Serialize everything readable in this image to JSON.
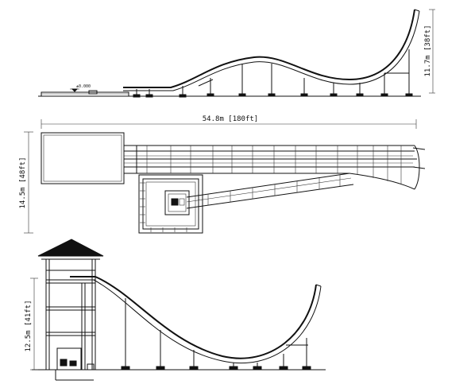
{
  "top_view": {
    "level_label": "±0.000",
    "height_dimension": "11.7m [38ft]"
  },
  "plan_view": {
    "length_dimension": "54.8m [180ft]",
    "width_dimension": "14.5m [48ft]"
  },
  "side_view": {
    "height_dimension": "12.5m [41ft]"
  }
}
